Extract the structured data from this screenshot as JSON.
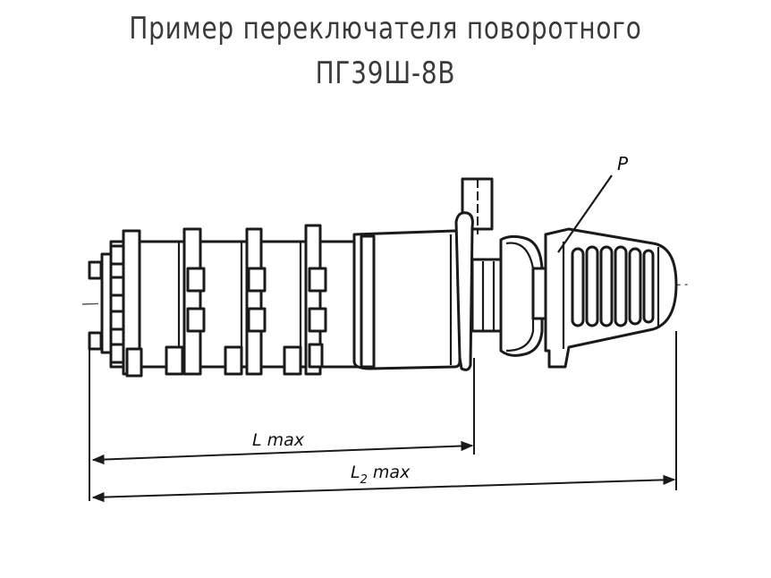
{
  "title": {
    "line1": "Пример переключателя поворотного",
    "line2": "ПГ39Ш-8В"
  },
  "labels": {
    "pointer": "P",
    "dim_l": "L max",
    "dim_l2_base": "L",
    "dim_l2_sub": "2",
    "dim_l2_suffix": " max"
  }
}
